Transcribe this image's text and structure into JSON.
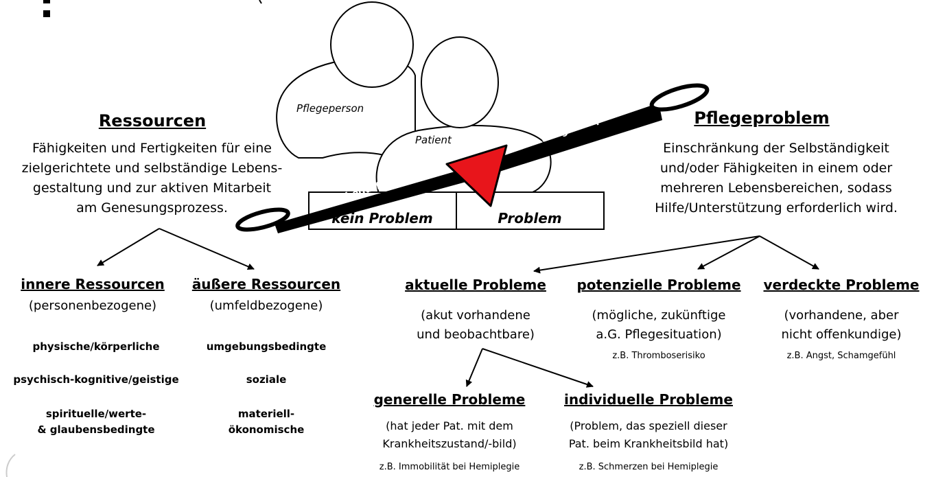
{
  "figure": {
    "person_caregiver": "Pflegeperson",
    "person_patient": "Patient",
    "bar_left": "Pflegebedürfnisse",
    "bar_right": "Pflegekompetenzen",
    "box_left": "kein Problem",
    "box_right": "Problem"
  },
  "ressourcen": {
    "title": "Ressourcen",
    "description_lines": [
      "Fähigkeiten und Fertigkeiten für eine",
      "zielgerichtete und selbständige Lebens-",
      "gestaltung und zur aktiven Mitarbeit",
      "am Genesungsprozess."
    ],
    "innere": {
      "title": "innere Ressourcen",
      "subtitle": "(personenbezogene)",
      "items": [
        "physische/körperliche",
        "psychisch-kognitive/geistige",
        "spirituelle/werte-",
        "& glaubensbedingte"
      ]
    },
    "aeussere": {
      "title": "äußere Ressourcen",
      "subtitle": "(umfeldbezogene)",
      "items": [
        "umgebungsbedingte",
        "soziale",
        "materiell-",
        "ökonomische"
      ]
    }
  },
  "pflegeproblem": {
    "title": "Pflegeproblem",
    "description_lines": [
      "Einschränkung der Selbständigkeit",
      "und/oder Fähigkeiten in einem oder",
      "mehreren Lebensbereichen, sodass",
      "Hilfe/Unterstützung erforderlich wird."
    ],
    "aktuelle": {
      "title": "aktuelle Probleme",
      "desc_lines": [
        "(akut vorhandene",
        "und beobachtbare)"
      ]
    },
    "potenzielle": {
      "title": "potenzielle Probleme",
      "desc_lines": [
        "(mögliche, zukünftige",
        "a.G. Pflegesituation)"
      ],
      "example": "z.B. Thromboserisiko"
    },
    "verdeckte": {
      "title": "verdeckte Probleme",
      "desc_lines": [
        "(vorhandene, aber",
        "nicht offenkundige)"
      ],
      "example": "z.B. Angst, Schamgefühl"
    },
    "generelle": {
      "title": "generelle Probleme",
      "desc_lines": [
        "(hat jeder Pat. mit dem",
        "Krankheitszustand/-bild)"
      ],
      "example": "z.B. Immobilität bei Hemiplegie"
    },
    "individuelle": {
      "title": "individuelle Probleme",
      "desc_lines": [
        "(Problem, das speziell dieser",
        "Pat. beim Krankheitsbild hat)"
      ],
      "example": "z.B. Schmerzen bei Hemiplegie"
    }
  },
  "colors": {
    "triangle": "#e8151b",
    "bar": "#000000",
    "line": "#000000"
  }
}
